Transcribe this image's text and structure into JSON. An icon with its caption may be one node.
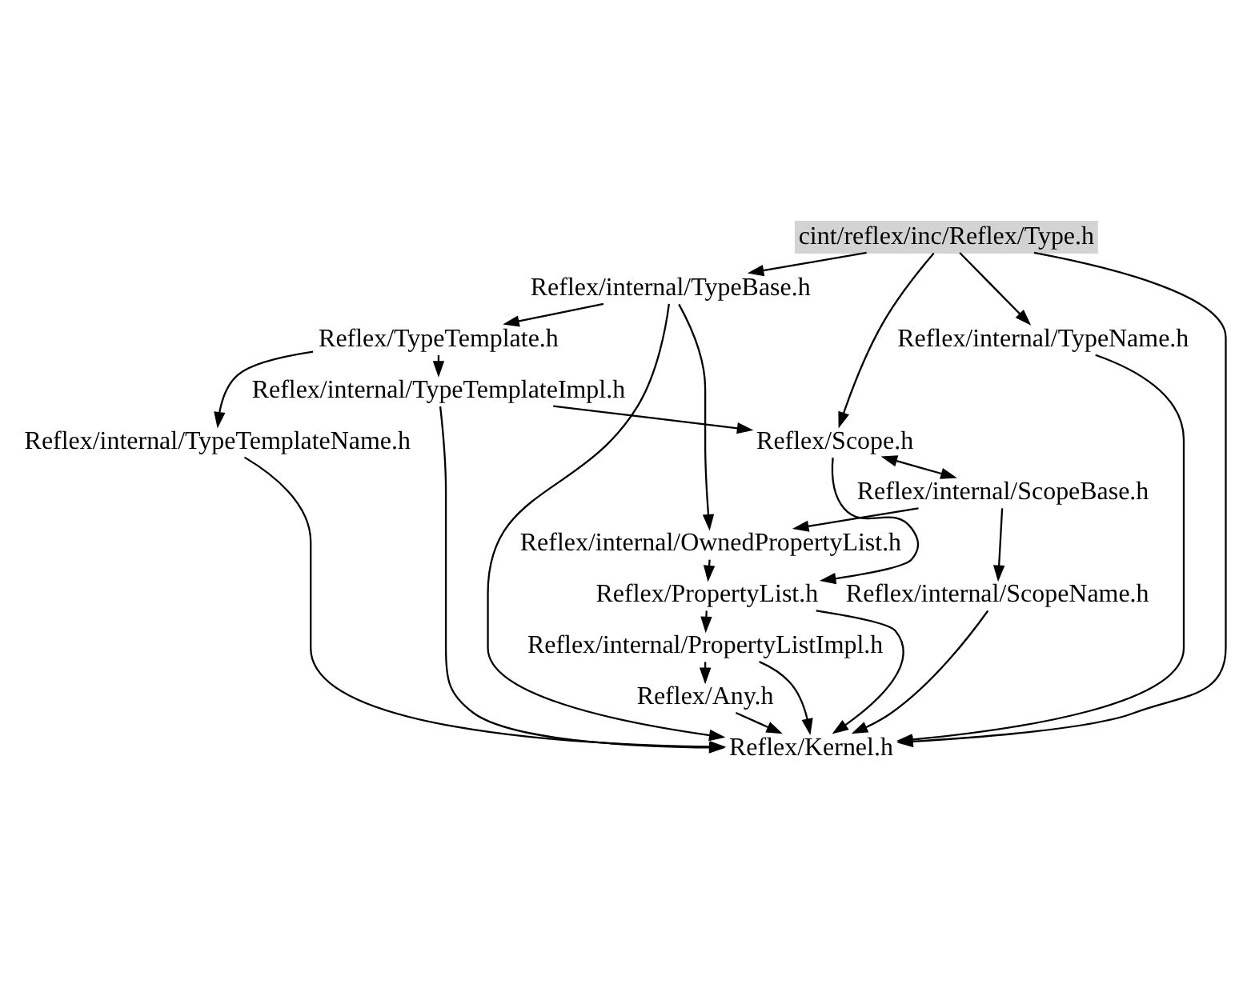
{
  "diagram": {
    "nodes": [
      {
        "text": [
          "cint/reflex/inc/Reflex/Type.h"
        ]
      },
      {
        "text": [
          "Reflex/internal/TypeBase.h"
        ]
      },
      {
        "text": [
          "Reflex/internal/TypeName.h"
        ]
      },
      {
        "text": [
          "Reflex/TypeTemplate.h"
        ]
      },
      {
        "text": [
          "Reflex/internal/TypeTemplateImpl.h"
        ]
      },
      {
        "text": [
          "Reflex/internal/TypeTemplateName.h"
        ]
      },
      {
        "text": [
          "Reflex/Scope.h"
        ]
      },
      {
        "text": [
          "Reflex/internal/ScopeBase.h"
        ]
      },
      {
        "text": [
          "Reflex/internal/ScopeName.h"
        ]
      },
      {
        "text": [
          "Reflex/internal/OwnedPropertyList.h"
        ]
      },
      {
        "text": [
          "Reflex/PropertyList.h"
        ]
      },
      {
        "text": [
          "Reflex/internal/PropertyListImpl.h"
        ]
      },
      {
        "text": [
          "Reflex/Any.h"
        ]
      },
      {
        "text": [
          "Reflex/Kernel.h"
        ]
      }
    ],
    "edges": [
      {
        "from": 0,
        "to": 1,
        "arrow": "to"
      },
      {
        "from": 0,
        "to": 2,
        "arrow": "to"
      },
      {
        "from": 0,
        "to": 6,
        "arrow": "to"
      },
      {
        "from": 0,
        "to": 13,
        "arrow": "to"
      },
      {
        "from": 1,
        "to": 3,
        "arrow": "to"
      },
      {
        "from": 1,
        "to": 9,
        "arrow": "to"
      },
      {
        "from": 1,
        "to": 13,
        "arrow": "to"
      },
      {
        "from": 2,
        "to": 13,
        "arrow": "to"
      },
      {
        "from": 3,
        "to": 4,
        "arrow": "to"
      },
      {
        "from": 3,
        "to": 5,
        "arrow": "to"
      },
      {
        "from": 4,
        "to": 6,
        "arrow": "to"
      },
      {
        "from": 4,
        "to": 13,
        "arrow": "to"
      },
      {
        "from": 5,
        "to": 13,
        "arrow": "to"
      },
      {
        "from": 6,
        "to": 7,
        "arrow": "both"
      },
      {
        "from": 6,
        "to": 10,
        "arrow": "to"
      },
      {
        "from": 7,
        "to": 8,
        "arrow": "to"
      },
      {
        "from": 7,
        "to": 9,
        "arrow": "to"
      },
      {
        "from": 8,
        "to": 13,
        "arrow": "to"
      },
      {
        "from": 9,
        "to": 10,
        "arrow": "to"
      },
      {
        "from": 10,
        "to": 11,
        "arrow": "to"
      },
      {
        "from": 10,
        "to": 13,
        "arrow": "to"
      },
      {
        "from": 11,
        "to": 12,
        "arrow": "to"
      },
      {
        "from": 11,
        "to": 13,
        "arrow": "to"
      },
      {
        "from": 12,
        "to": 13,
        "arrow": "to"
      }
    ]
  }
}
